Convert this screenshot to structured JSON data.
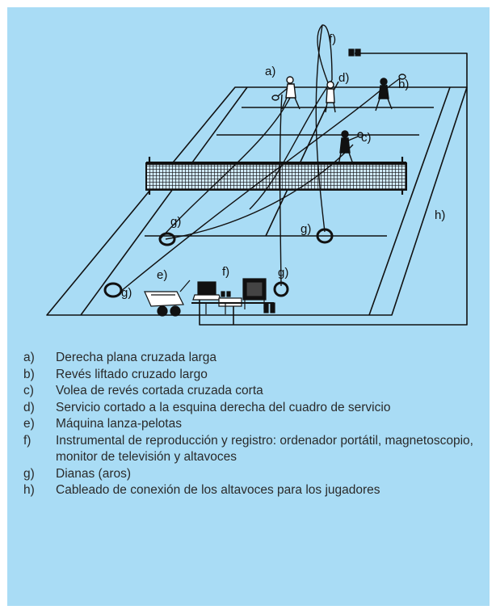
{
  "diagram": {
    "labels": {
      "a": "a)",
      "b": "b)",
      "c": "c)",
      "d": "d)",
      "e": "e)",
      "f_top": "f)",
      "f_bottom": "f)",
      "g": "g)",
      "h": "h)"
    }
  },
  "legend": [
    {
      "key": "a)",
      "text": "Derecha plana cruzada larga"
    },
    {
      "key": "b)",
      "text": "Revés liftado cruzado largo"
    },
    {
      "key": "c)",
      "text": "Volea de revés cortada cruzada corta"
    },
    {
      "key": "d)",
      "text": "Servicio cortado a la esquina derecha del cuadro de servicio"
    },
    {
      "key": "e)",
      "text": "Máquina lanza-pelotas"
    },
    {
      "key": "f)",
      "text": "Instrumental de reproducción y registro: ordenador portátil, magnetoscopio, monitor de televisión y altavoces"
    },
    {
      "key": "g)",
      "text": "Dianas (aros)"
    },
    {
      "key": "h)",
      "text": "Cableado de conexión de los altavoces para los jugadores"
    }
  ],
  "colors": {
    "background": "#a9dcf5",
    "ink": "#111111",
    "text": "#2a2a2a"
  }
}
